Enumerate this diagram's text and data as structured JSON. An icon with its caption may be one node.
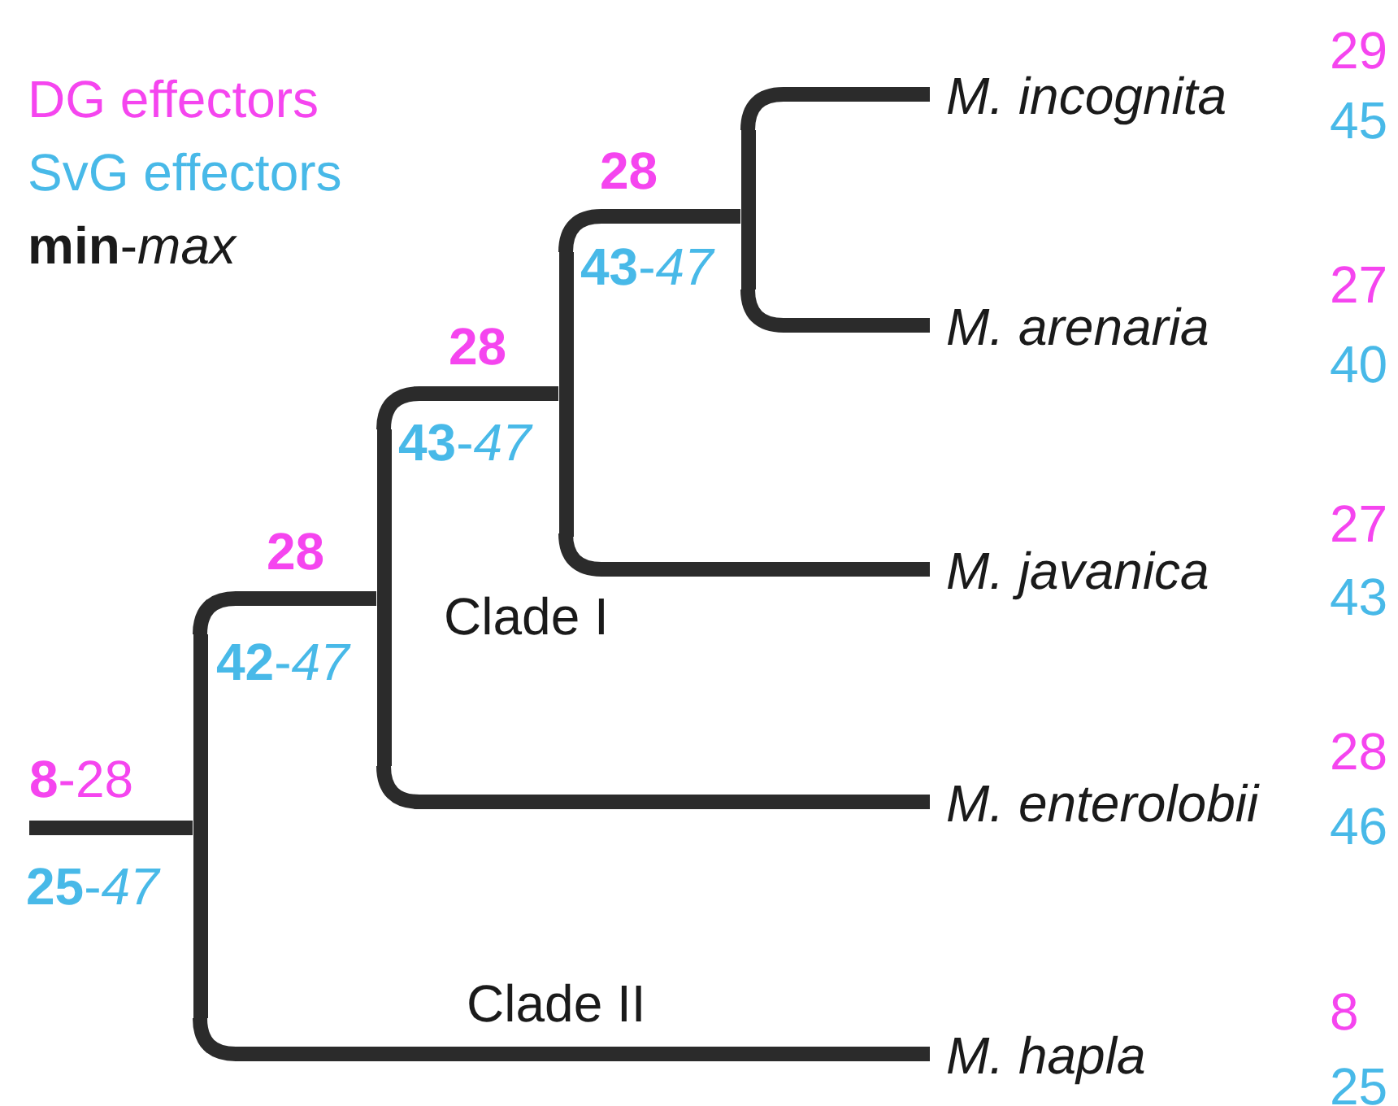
{
  "diagram": {
    "nodes": [
      {
        "text": [],
        "shape": "bar",
        "beside": [
          "**8**-28",
          "**25**-*47*"
        ]
      },
      {
        "text": [],
        "shape": "bar",
        "beside": [
          "28",
          "**42**-*47*"
        ]
      },
      {
        "text": [],
        "shape": "bar",
        "beside": [
          "28",
          "**43**-*47*"
        ]
      },
      {
        "text": [],
        "shape": "bar",
        "beside": [
          "28",
          "**43**-*47*"
        ]
      },
      {
        "text": [
          "M. incognita"
        ],
        "beside": [
          "29",
          "45"
        ]
      },
      {
        "text": [
          "M. arenaria"
        ],
        "beside": [
          "27",
          "40"
        ]
      },
      {
        "text": [
          "M. javanica"
        ],
        "beside": [
          "27",
          "43"
        ]
      },
      {
        "text": [
          "M. enterolobii"
        ],
        "beside": [
          "28",
          "46"
        ]
      },
      {
        "text": [
          "M. hapla"
        ],
        "beside": [
          "8",
          "25"
        ]
      }
    ],
    "edges": [
      {
        "from": null,
        "to": 0,
        "arrow": "none"
      },
      {
        "from": 0,
        "to": 1,
        "arrow": "none"
      },
      {
        "from": 0,
        "to": 8,
        "arrow": "none"
      },
      {
        "from": 1,
        "to": 2,
        "arrow": "none"
      },
      {
        "from": 1,
        "to": 7,
        "arrow": "none"
      },
      {
        "from": 2,
        "to": 3,
        "arrow": "none"
      },
      {
        "from": 2,
        "to": 6,
        "arrow": "none"
      },
      {
        "from": 3,
        "to": 4,
        "arrow": "none"
      },
      {
        "from": 3,
        "to": 5,
        "arrow": "none"
      }
    ],
    "labels": [
      "Clade I",
      "Clade II"
    ],
    "legend": [
      {
        "text": "DG effectors",
        "color": "#f545ef"
      },
      {
        "text": "SvG effectors",
        "color": "#48b9e8"
      },
      {
        "text": "**min**-*max*"
      }
    ]
  }
}
